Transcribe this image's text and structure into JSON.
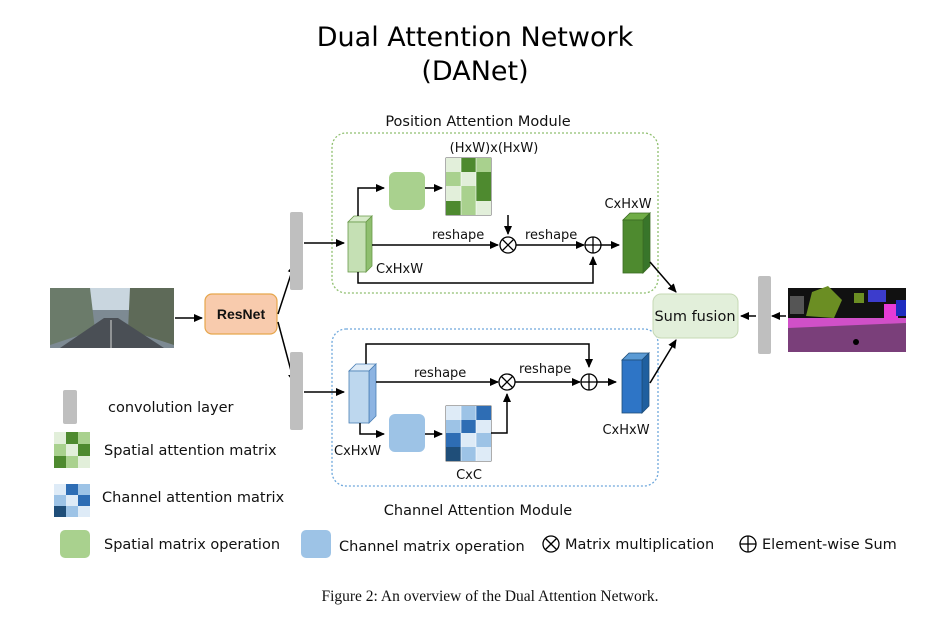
{
  "title_line1": "Dual Attention Network",
  "title_line2": "(DANet)",
  "backbone_label": "ResNet",
  "fusion_label": "Sum fusion",
  "pam": {
    "title": "Position Attention Module",
    "attention_dims": "(HxW)x(HxW)",
    "input_dims": "CxHxW",
    "output_dims": "CxHxW",
    "reshape_1": "reshape",
    "reshape_2": "reshape"
  },
  "cam": {
    "title": "Channel Attention Module",
    "attention_dims": "CxC",
    "input_dims": "CxHxW",
    "output_dims": "CxHxW",
    "reshape_1": "reshape",
    "reshape_2": "reshape"
  },
  "legend": {
    "conv": "convolution layer",
    "spatial_matrix": "Spatial attention matrix",
    "channel_matrix": "Channel attention matrix",
    "spatial_op": "Spatial matrix operation",
    "channel_op": "Channel matrix operation",
    "matmul": "Matrix multiplication",
    "elemsum": "Element-wise Sum"
  },
  "caption": "Figure 2: An overview of the Dual Attention Network.",
  "colors": {
    "green_light": "#a9d18e",
    "green_dark": "#4e8a2f",
    "blue_light": "#9dc3e6",
    "blue_dark": "#2e6db4",
    "resnet": "#f8cbad",
    "fusion": "#e2efda",
    "conv": "#bfbfbf"
  }
}
